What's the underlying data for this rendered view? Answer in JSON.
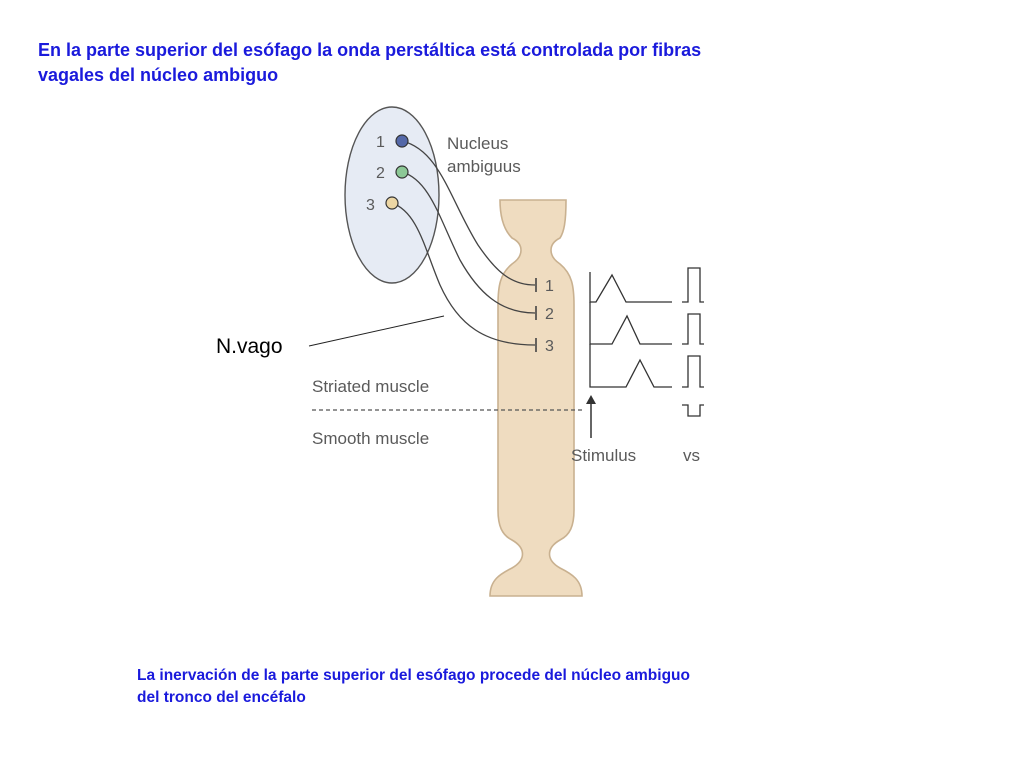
{
  "slide": {
    "title_lines": [
      "En la parte superior del esófago la onda perstáltica está controlada por fibras",
      "vagales del núcleo ambiguo"
    ],
    "caption_lines": [
      "La inervación de la parte superior del esófago procede del núcleo ambiguo",
      "del tronco del encéfalo"
    ],
    "nerve_label": "N.vago"
  },
  "diagram": {
    "nucleus_label_1": "Nucleus",
    "nucleus_label_2": "ambiguus",
    "neurons": [
      {
        "num": "1",
        "color": "#5468a8"
      },
      {
        "num": "2",
        "color": "#8cc896"
      },
      {
        "num": "3",
        "color": "#ecd6a4"
      }
    ],
    "terminal_labels": [
      "1",
      "2",
      "3"
    ],
    "region_upper": "Striated muscle",
    "region_lower": "Smooth muscle",
    "stimulus_label": "Stimulus",
    "vs_label": "vs"
  },
  "colors": {
    "title_text": "#1a1adc",
    "esophagus_fill": "#efdcc0",
    "esophagus_stroke": "#c9b190",
    "nucleus_fill": "#e6ebf4",
    "line": "#3a3a3a"
  }
}
